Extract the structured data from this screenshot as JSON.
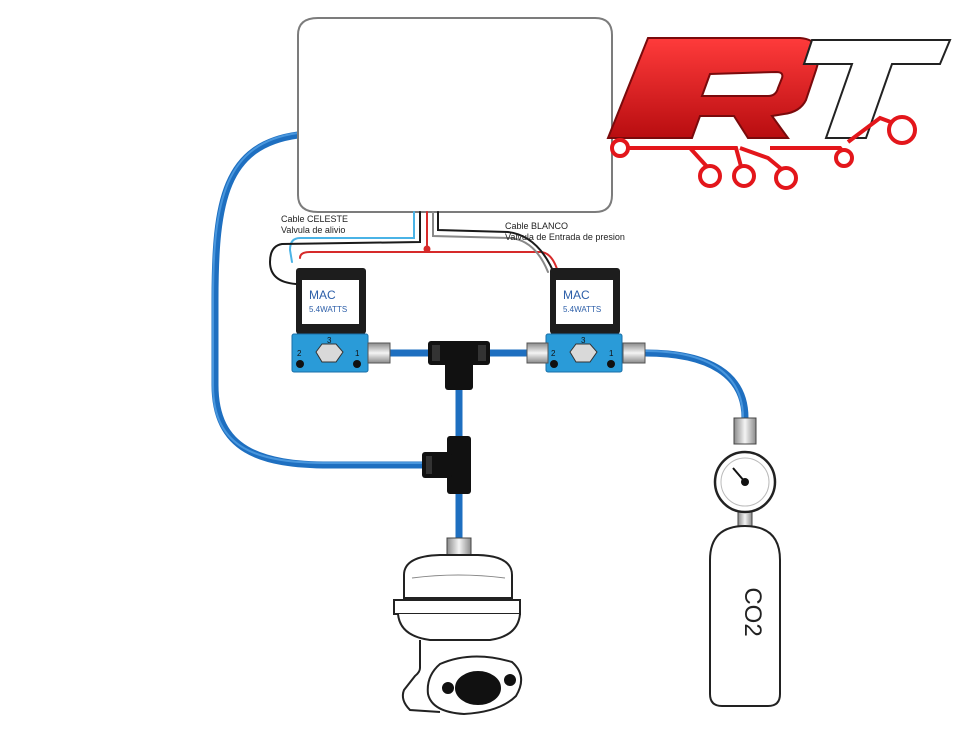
{
  "labels": {
    "celeste_line1": "Cable CELESTE",
    "celeste_line2": "Valvula de alivio",
    "blanco_line1": "Cable BLANCO",
    "blanco_line2": "Valvula de Entrada de presion"
  },
  "solenoid_left": {
    "brand": "MAC",
    "rating": "5.4WATTS",
    "port_top": "3",
    "port_left": "2",
    "port_right": "1"
  },
  "solenoid_right": {
    "brand": "MAC",
    "rating": "5.4WATTS",
    "port_top": "3",
    "port_left": "2",
    "port_right": "1"
  },
  "bottle": {
    "label": "CO2"
  },
  "logo": {
    "text": "RT"
  },
  "colors": {
    "hose": "#1e6fc0",
    "solenoid_body": "#2a9bd8",
    "solenoid_top": "#1d1d1d",
    "solenoid_label": "#2c5ea8",
    "wire_blue": "#4ab3e6",
    "wire_red": "#d62a2a",
    "logo_red": "#e3161b"
  },
  "icons": [
    "controller-box",
    "solenoid-valve",
    "tee-fitting",
    "wastegate",
    "pressure-gauge",
    "co2-bottle",
    "rt-logo"
  ]
}
